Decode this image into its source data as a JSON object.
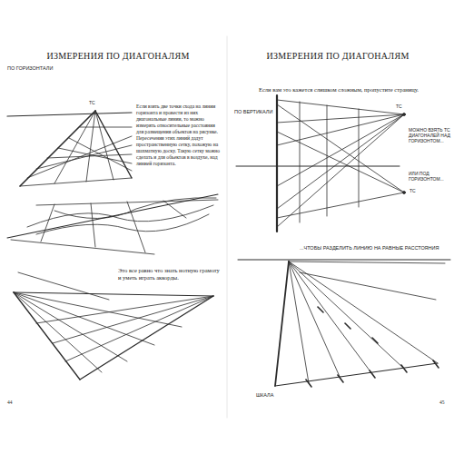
{
  "diagram": {
    "labels": [
      "ИЗМЕРЕНИЯ ПО ДИАГОНАЛЯМ",
      "ПО ГОРИЗОНТАЛИ",
      "ТС",
      "Если взять две точки схода на линии горизонта и провести из них диагональные линии, то можно измерять относительные расстояния для размещения объектов на рисунке. Пересечения этих линий дадут пространственную сетку, похожую на шахматную доску. Такую сетку можно сделать и для объектов в воздухе, над линией горизонта.",
      "Это все равно что знать нотную грамоту и уметь играть аккорды.",
      "44",
      "ИЗМЕРЕНИЯ ПО ДИАГОНАЛЯМ",
      "Если вам это кажется слишком сложным, пропустите страницу.",
      "ПО ВЕРТИКАЛИ",
      "ТС",
      "МОЖНО ВЗЯТЬ ТС ДИАГОНАЛЕЙ НАД ГОРИЗОНТОМ...",
      "ИЛИ ПОД ГОРИЗОНТОМ...",
      "ТС",
      "...ЧТОБЫ РАЗДЕЛИТЬ ЛИНИЮ НА РАВНЫЕ РАССТОЯНИЯ",
      "ШКАЛА",
      "45"
    ]
  }
}
